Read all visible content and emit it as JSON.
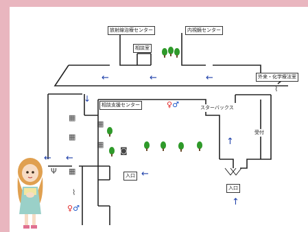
{
  "labels": {
    "radiology": "放射線治療センター",
    "endoscopy": "内視鏡センター",
    "consultation_room": "相談室",
    "outpatient_chemo": "外来・化学療法室",
    "support_center": "相談支援センター",
    "starbucks": "スターバックス",
    "reception": "受付",
    "entrance_left": "入口",
    "entrance_bottom": "入口"
  },
  "colors": {
    "background": "#e9b6bf",
    "arrow": "#1c3ea8",
    "tree": "#2f9a2a",
    "restroom_male": "#1a55c8",
    "restroom_female": "#e02020"
  },
  "icons": {
    "restroom": "restroom-icon",
    "stairs": "stairs-icon",
    "elevator": "elevator-icon",
    "restaurant": "fork-knife-icon",
    "vending": "vending-machine-icon"
  }
}
